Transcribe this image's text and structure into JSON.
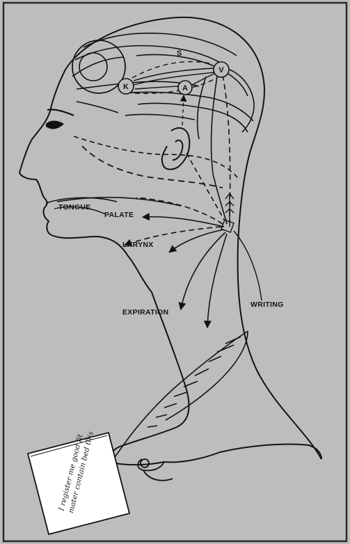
{
  "labels": {
    "tongue": "TONGUE",
    "palate": "PALATE",
    "larynx": "LARYNX",
    "expiration": "EXPIRATION",
    "writing": "WRITING"
  },
  "centers": {
    "s": "S",
    "k": "K",
    "a": "A",
    "v": "V"
  },
  "paper_text": {
    "line1": "I register me good fit",
    "line2": "mater contain bed this"
  },
  "colors": {
    "background": "#bdbdbd",
    "ink": "#121212",
    "paper": "#ffffff"
  }
}
